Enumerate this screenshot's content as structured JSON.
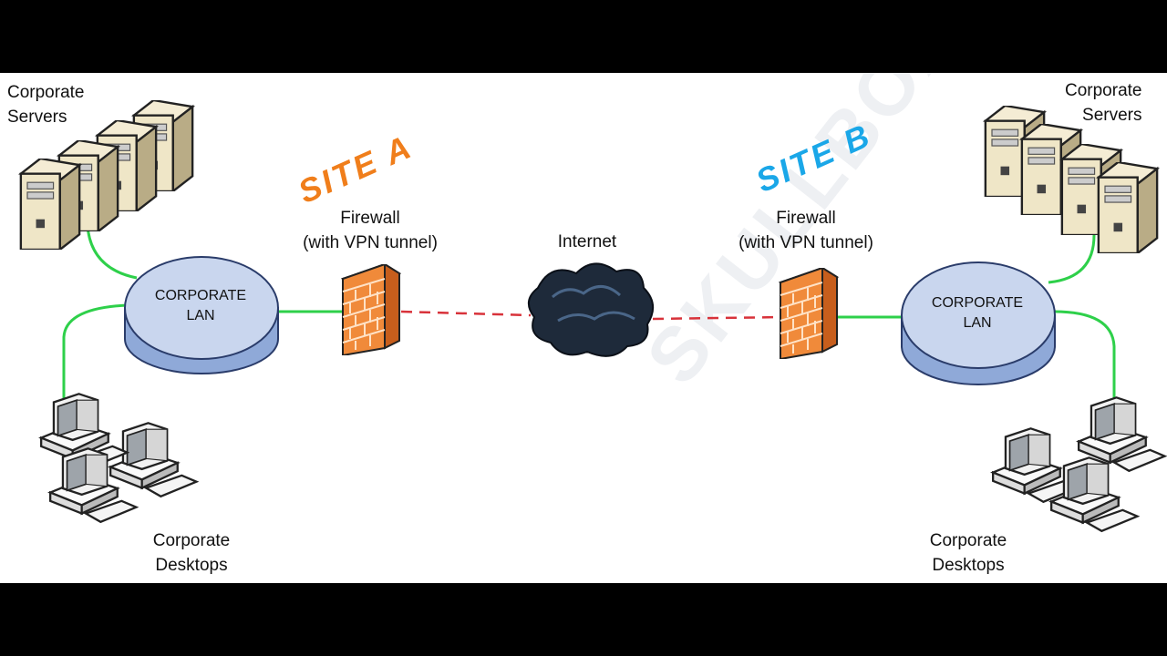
{
  "site_a": {
    "title": "SITE A",
    "title_color": "#f07e1b",
    "servers_label": "Corporate\nServers",
    "desktops_label": "Corporate\nDesktops",
    "lan_label": "CORPORATE\nLAN",
    "firewall_label": "Firewall\n(with VPN tunnel)"
  },
  "site_b": {
    "title": "SITE B",
    "title_color": "#1aa7e8",
    "servers_label": "Corporate\nServers",
    "desktops_label": "Corporate\nDesktops",
    "lan_label": "CORPORATE\nLAN",
    "firewall_label": "Firewall\n(with VPN tunnel)"
  },
  "internet_label": "Internet",
  "watermark": "SKULLBOX.NET",
  "colors": {
    "link": "#2ed04a",
    "vpn_tunnel": "#d8323a",
    "firewall": "#f08a3a",
    "lan_disk": "#c9d6ee"
  }
}
